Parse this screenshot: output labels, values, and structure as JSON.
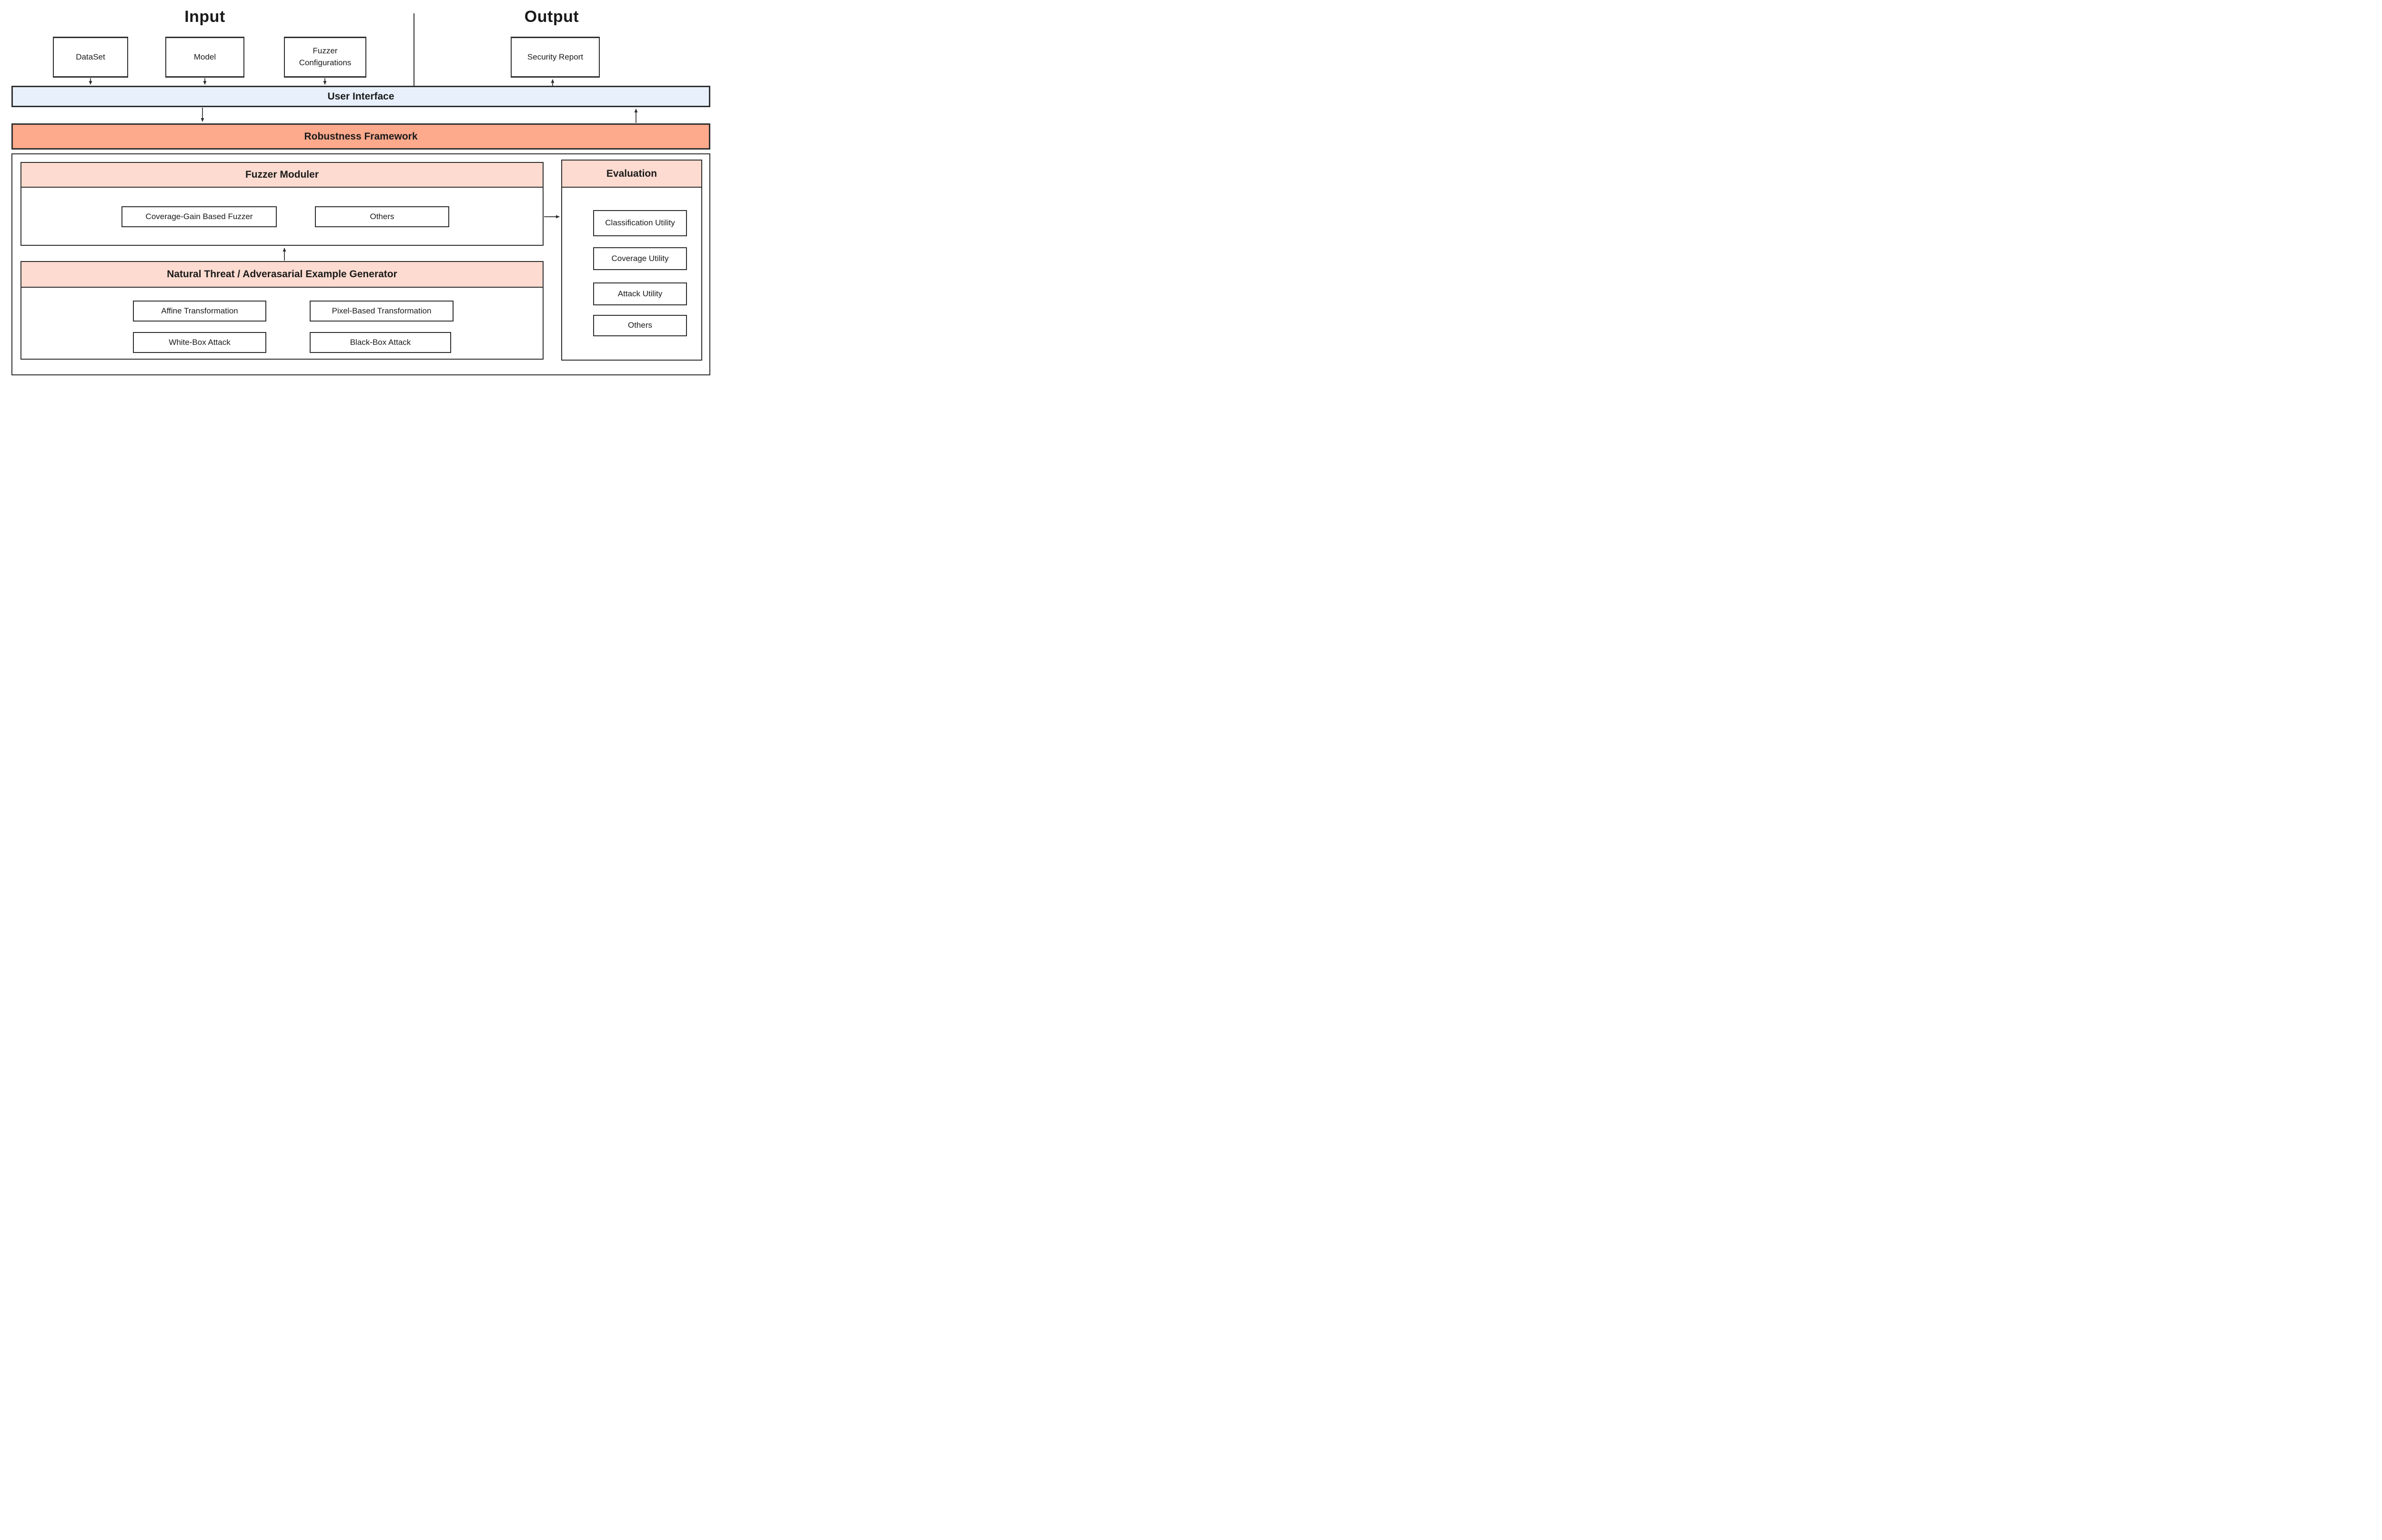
{
  "diagram": {
    "input_title": "Input",
    "output_title": "Output",
    "input_boxes": [
      "DataSet",
      "Model",
      "Fuzzer Configurations"
    ],
    "output_boxes": [
      "Security Report"
    ],
    "user_interface": {
      "label": "User Interface"
    },
    "robustness_framework": {
      "label": "Robustness Framework"
    },
    "fuzzer_moduler": {
      "title": "Fuzzer Moduler",
      "boxes": [
        "Coverage-Gain Based Fuzzer",
        "Others"
      ]
    },
    "generator": {
      "title": "Natural Threat / Adverasarial Example Generator",
      "boxes": [
        "Affine Transformation",
        "Pixel-Based Transformation",
        "White-Box Attack",
        "Black-Box Attack"
      ]
    },
    "evaluation": {
      "title": "Evaluation",
      "boxes": [
        "Classification Utility",
        "Coverage Utility",
        "Attack Utility",
        "Others"
      ]
    }
  },
  "colors": {
    "border": "#2F2F2F",
    "ui_fill": "#E8F1FB",
    "robustness_fill": "#FCA98C",
    "section_header_fill": "#FDDBD0",
    "text": "#1A1A1A",
    "background": "#FFFFFF"
  }
}
